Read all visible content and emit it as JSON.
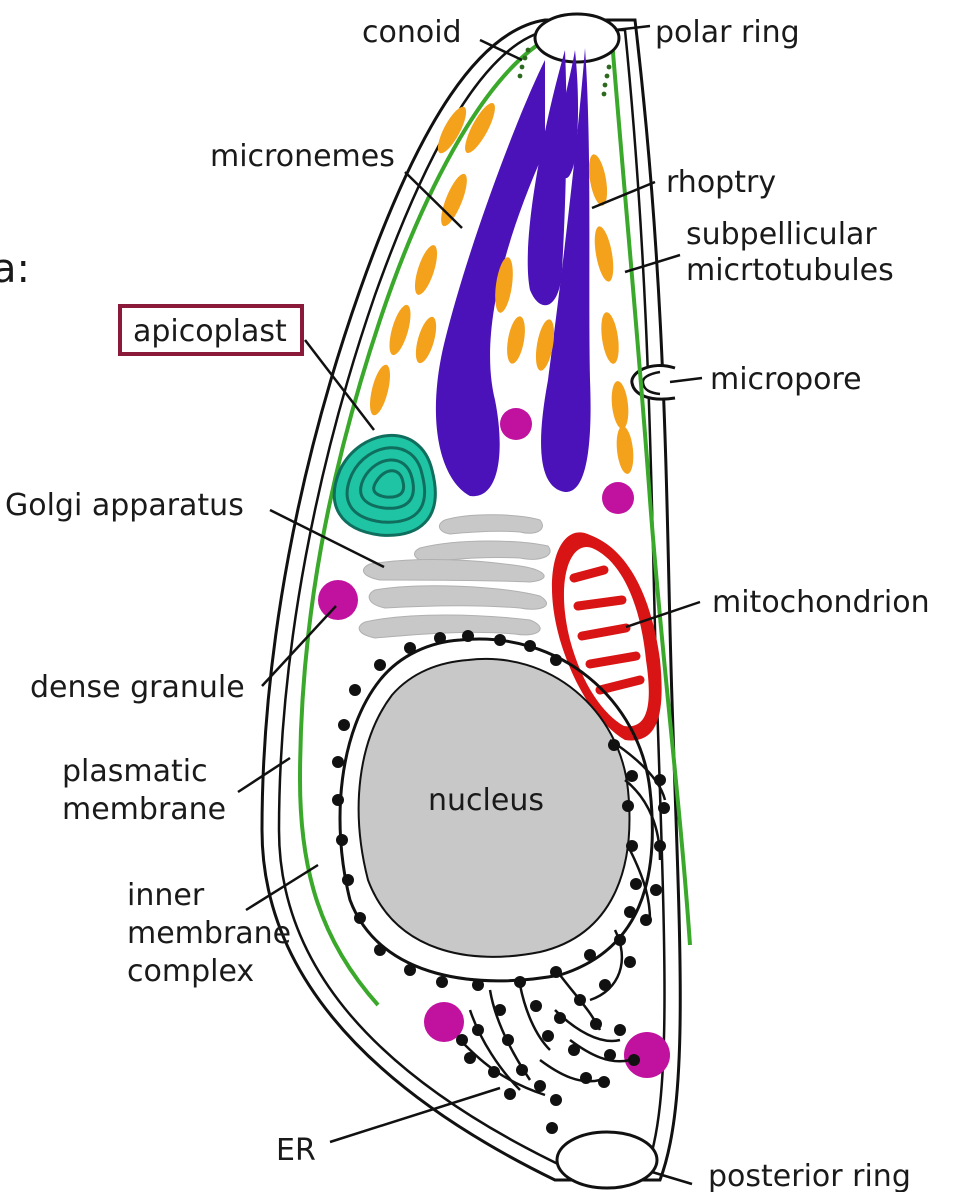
{
  "labels": {
    "cropped_text": "a:",
    "conoid": "conoid",
    "polar_ring": "polar ring",
    "micronemes": "micronemes",
    "rhoptry": "rhoptry",
    "subpellicular_1": "subpellicular",
    "subpellicular_2": "micrtotubules",
    "apicoplast": "apicoplast",
    "micropore": "micropore",
    "golgi": "Golgi apparatus",
    "mitochondrion": "mitochondrion",
    "dense_granule": "dense granule",
    "nucleus": "nucleus",
    "plasmatic_1": "plasmatic",
    "plasmatic_2": "membrane",
    "inner_1": "inner",
    "inner_2": "membrane",
    "inner_3": "complex",
    "er": "ER",
    "posterior_ring": "posterior ring"
  },
  "colors": {
    "highlight_box": "#8b1a3a",
    "rhoptry": "#4a12b8",
    "microneme": "#f4a11c",
    "subpellicular": "#3aa82a",
    "apicoplast": "#1fc4a4",
    "golgi": "#c8c8c8",
    "mitochondrion": "#d81414",
    "dense_granule": "#c0129e",
    "nucleus": "#c8c8c8",
    "er": "#111111"
  }
}
